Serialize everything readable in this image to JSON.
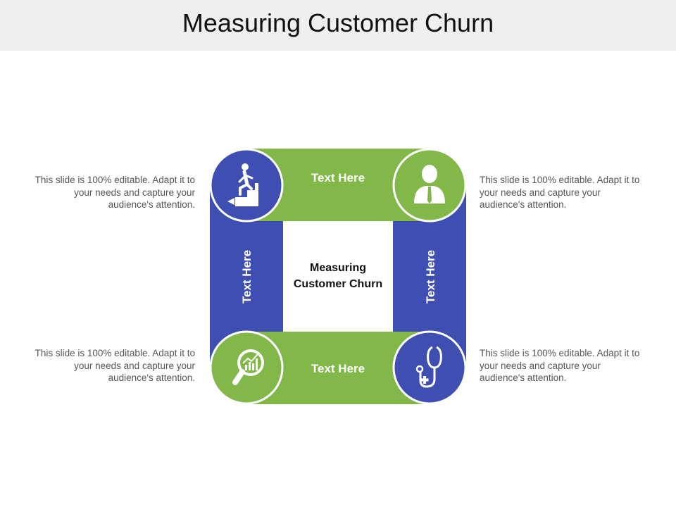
{
  "title": "Measuring Customer Churn",
  "colors": {
    "green": "#82b749",
    "blue": "#3e4fb1",
    "header_bg": "#efefef"
  },
  "diagram": {
    "center_label_line1": "Measuring",
    "center_label_line2": "Customer Churn",
    "top_label": "Text Here",
    "bottom_label": "Text Here",
    "left_label": "Text Here",
    "right_label": "Text Here",
    "icons": {
      "top_left": "climbing-stairs-icon",
      "top_right": "businessman-icon",
      "bottom_left": "magnifier-chart-icon",
      "bottom_right": "stethoscope-icon"
    }
  },
  "descriptions": {
    "top_left": "This slide is 100% editable. Adapt it to your needs and capture your audience's attention.",
    "top_right": "This slide is 100% editable. Adapt it to your needs and capture your audience's attention.",
    "bottom_left": "This slide is 100% editable. Adapt it to your needs and capture your audience's attention.",
    "bottom_right": "This slide is 100% editable. Adapt it to your needs and capture your audience's attention."
  }
}
